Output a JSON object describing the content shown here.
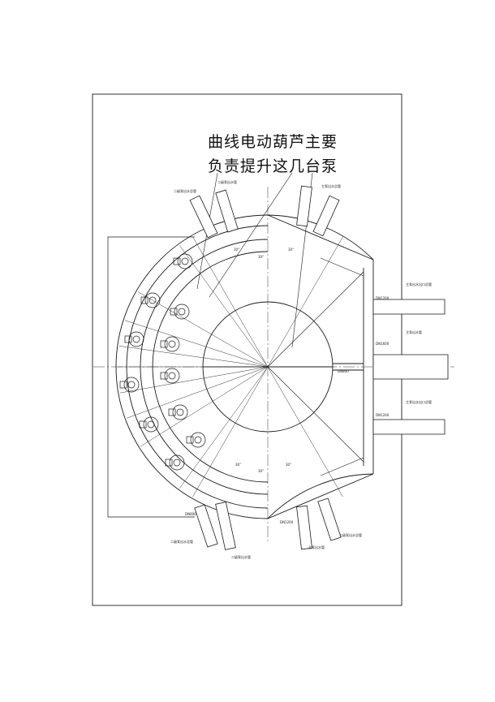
{
  "annotation": {
    "line1": "曲线电动葫芦主要",
    "line2": "负责提升这几台泵"
  },
  "pipe_labels": {
    "top_left": "二级泵出水总管",
    "top_mid": "二级泵出水管",
    "top_right": "主泵出水总管",
    "right_top": "主泵出水出口总管",
    "right_mid": "主泵出水管",
    "right_bottom": "主泵出水出口总管",
    "bottom_left_a": "二级泵出水总管",
    "bottom_left_b": "二级泵出水管",
    "bottom_right_a": "主泵出水管",
    "bottom_right_b": "二级泵出水总管"
  },
  "dims": {
    "dn_right_top": "DN1200",
    "dn_right_mid": "DN1600",
    "dn_right_bot": "DN1200",
    "dn_center": "DN800",
    "dn_bottom_left": "DN800",
    "dn_bottom_mid": "DN1200"
  },
  "angles": [
    "30°",
    "30°",
    "30°",
    "30°",
    "30°",
    "30°"
  ],
  "colors": {
    "line": "#1a1a1a",
    "accent": "#444444"
  }
}
